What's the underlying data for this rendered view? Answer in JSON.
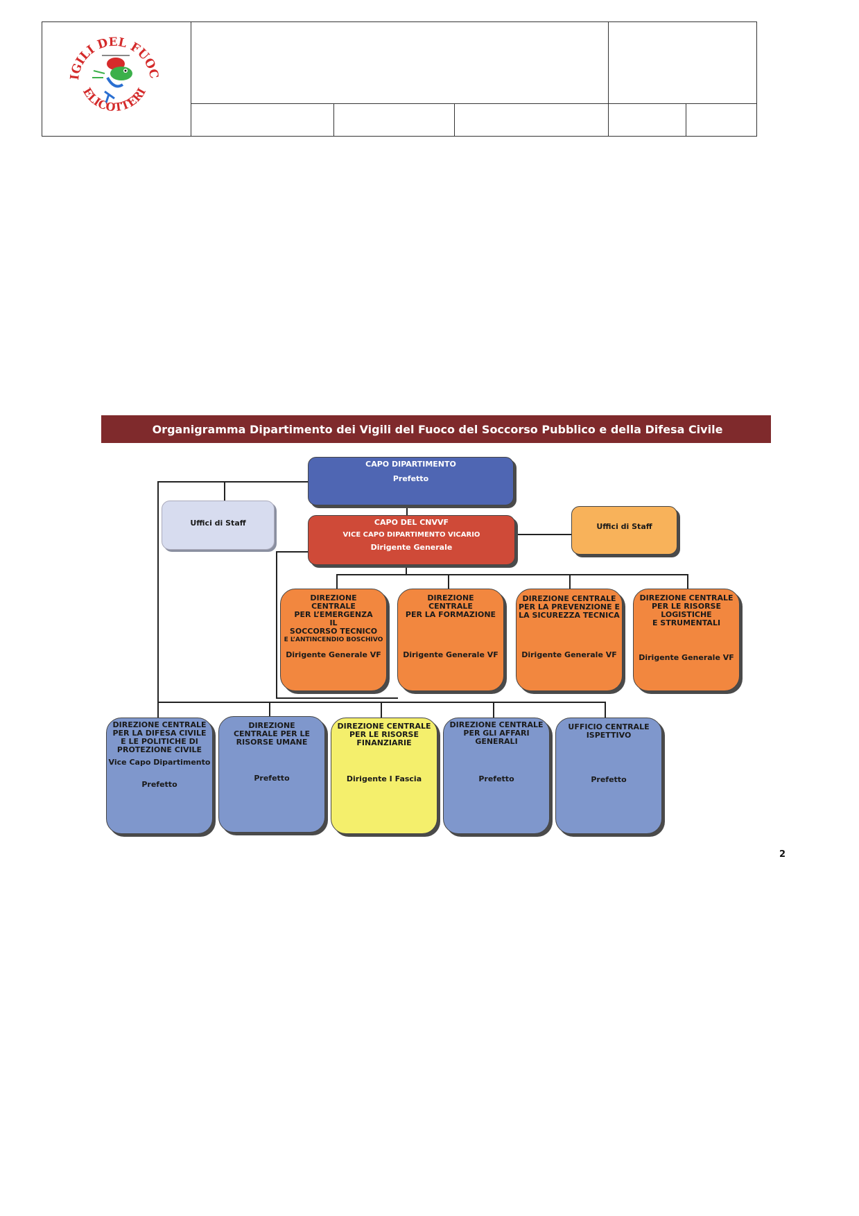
{
  "logo": {
    "text_top": "VIGILI DEL FUOCO",
    "text_bottom": "ELICOTTERI",
    "color": "#d42a2a"
  },
  "chart_title": "Organigramma Dipartimento dei Vigili del Fuoco del Soccorso Pubblico e della Difesa Civile",
  "top": {
    "capo": {
      "title": "CAPO DIPARTIMENTO",
      "subtitle": "Prefetto"
    },
    "staff_left": {
      "title": "Uffici di Staff"
    },
    "cnvvf": {
      "line1": "CAPO DEL CNVVF",
      "line2": "VICE CAPO DIPARTIMENTO VICARIO",
      "line3": "Dirigente Generale"
    },
    "staff_right": {
      "title": "Uffici di Staff"
    }
  },
  "middle": [
    {
      "title": "DIREZIONE\nCENTRALE\nPER L’EMERGENZA\nIL\nSOCCORSO TECNICO",
      "extra": "E L’ANTINCENDIO BOSCHIVO",
      "role": "Dirigente Generale VF"
    },
    {
      "title": "DIREZIONE\nCENTRALE\nPER LA FORMAZIONE",
      "extra": "",
      "role": "Dirigente Generale VF"
    },
    {
      "title": "DIREZIONE CENTRALE\nPER LA PREVENZIONE E\nLA SICUREZZA TECNICA",
      "extra": "",
      "role": "Dirigente Generale  VF"
    },
    {
      "title": "DIREZIONE CENTRALE\nPER LE RISORSE\nLOGISTICHE\nE STRUMENTALI",
      "extra": "",
      "role": "Dirigente Generale VF"
    }
  ],
  "bottom": [
    {
      "title": "DIREZIONE CENTRALE\nPER LA DIFESA CIVILE\nE LE POLITICHE DI\nPROTEZIONE CIVILE",
      "sub": "Vice Capo Dipartimento",
      "role": "Prefetto"
    },
    {
      "title": "DIREZIONE\nCENTRALE PER LE\nRISORSE UMANE",
      "sub": "",
      "role": "Prefetto"
    },
    {
      "title": "DIREZIONE CENTRALE\nPER LE RISORSE\nFINANZIARIE",
      "sub": "",
      "role": "Dirigente I Fascia"
    },
    {
      "title": "DIREZIONE CENTRALE\nPER GLI AFFARI\nGENERALI",
      "sub": "",
      "role": "Prefetto"
    },
    {
      "title": "UFFICIO CENTRALE\nISPETTIVO",
      "sub": "",
      "role": "Prefetto"
    }
  ],
  "page_number": "2"
}
